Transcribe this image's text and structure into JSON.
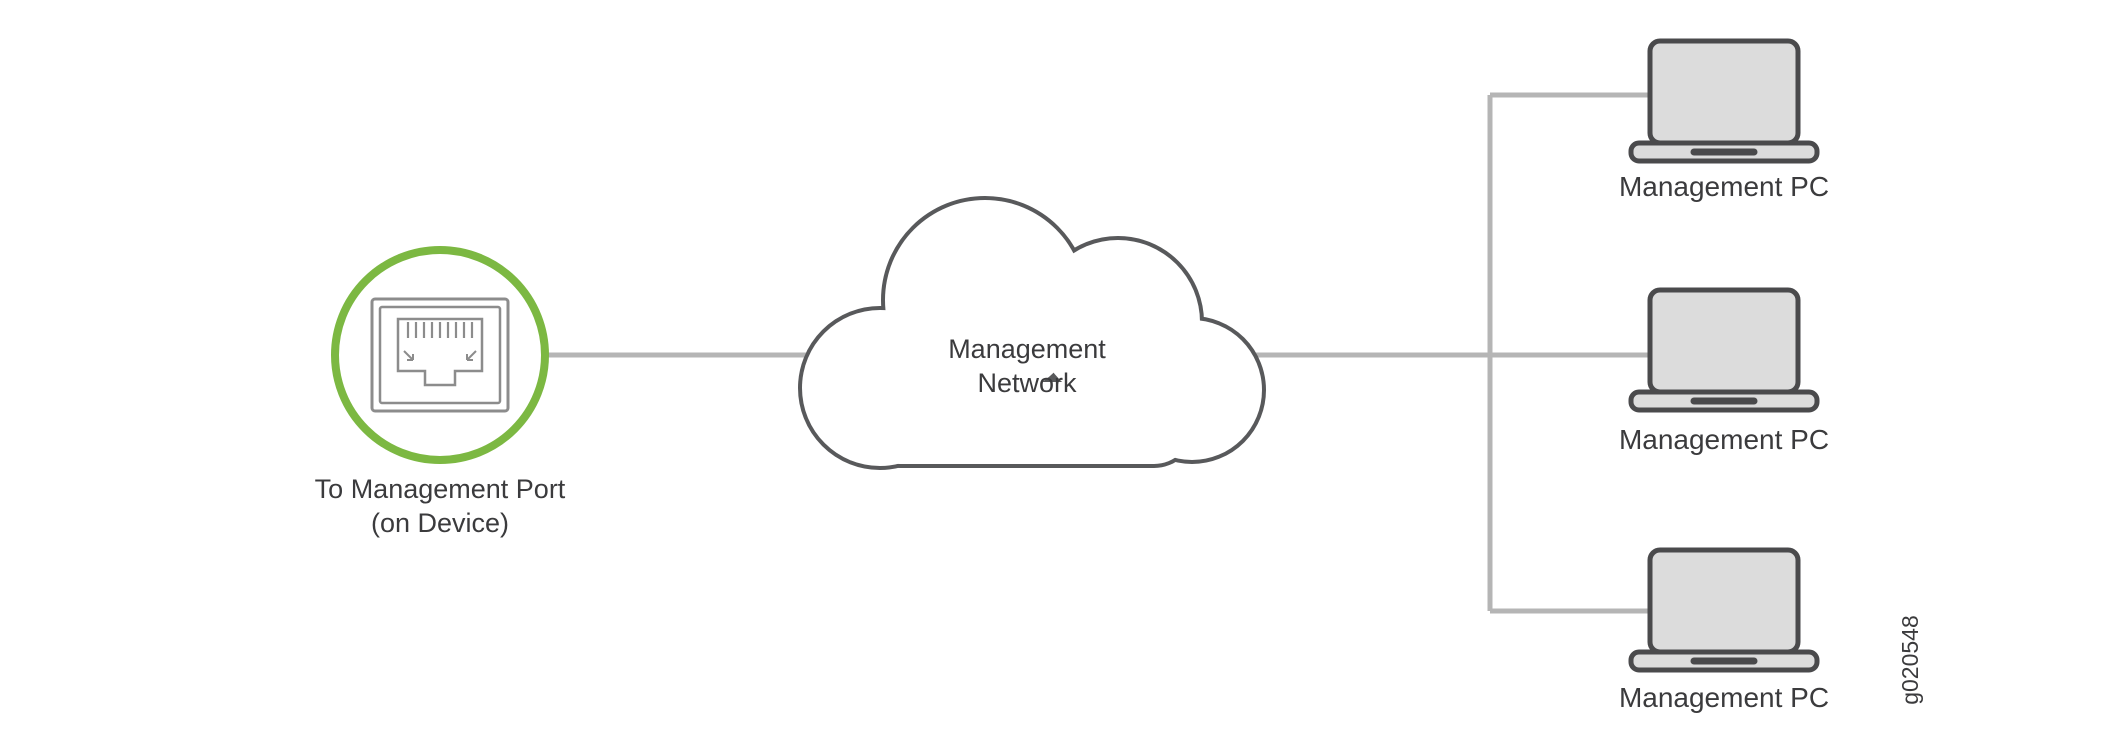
{
  "figure": {
    "port": {
      "label_line1": "To Management Port",
      "label_line2": "(on Device)",
      "icon": "ethernet-port-icon"
    },
    "cloud": {
      "label_line1": "Management",
      "label_line2": "Network",
      "icon": "cloud-icon"
    },
    "pcs": [
      {
        "label": "Management PC",
        "icon": "laptop-icon"
      },
      {
        "label": "Management PC",
        "icon": "laptop-icon"
      },
      {
        "label": "Management PC",
        "icon": "laptop-icon"
      }
    ],
    "figure_id": "g020548",
    "colors": {
      "accent_green": "#7cb842",
      "connector": "#b5b5b5",
      "outline": "#58595b",
      "port_outline": "#8c8c8c",
      "laptop_fill": "#dcdcdc",
      "text": "#3b3b3d"
    }
  }
}
